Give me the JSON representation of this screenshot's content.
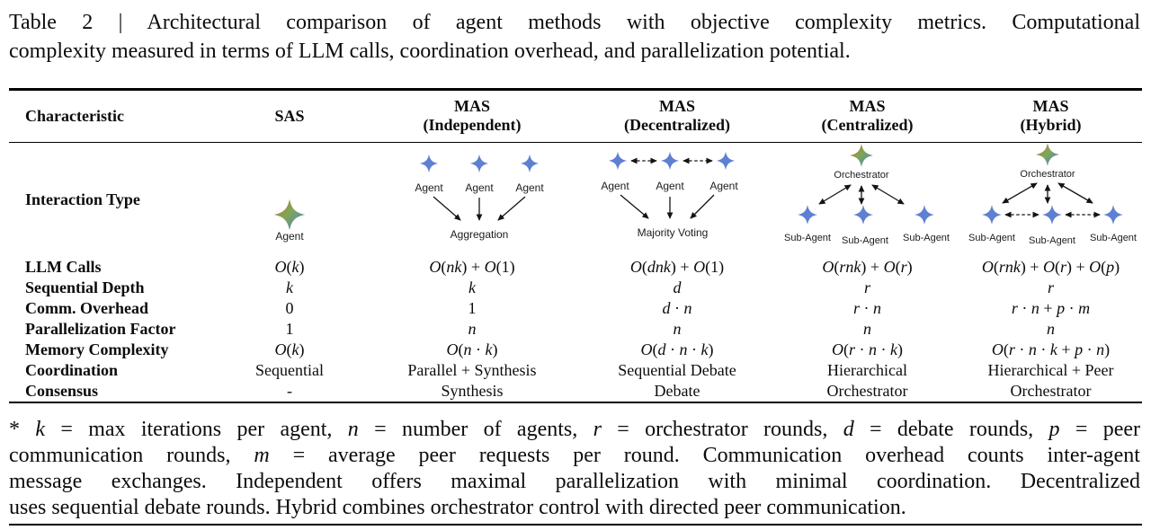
{
  "caption": {
    "lines": [
      "Table 2 | Architectural comparison of agent methods with objective complexity metrics. Computational",
      "complexity measured in terms of LLM calls, coordination overhead, and parallelization potential."
    ]
  },
  "table": {
    "columns": [
      {
        "title": "Characteristic",
        "subtitle": ""
      },
      {
        "title": "SAS",
        "subtitle": ""
      },
      {
        "title": "MAS",
        "subtitle": "(Independent)"
      },
      {
        "title": "MAS",
        "subtitle": "(Decentralized)"
      },
      {
        "title": "MAS",
        "subtitle": "(Centralized)"
      },
      {
        "title": "MAS",
        "subtitle": "(Hybrid)"
      }
    ],
    "interaction_row": {
      "label": "Interaction Type"
    },
    "rows": [
      {
        "label": "LLM Calls",
        "math": true,
        "values": [
          "O(k)",
          "O(nk) + O(1)",
          "O(dnk) + O(1)",
          "O(rnk) + O(r)",
          "O(rnk) + O(r) + O(p)"
        ]
      },
      {
        "label": "Sequential Depth",
        "math": true,
        "values": [
          "k",
          "k",
          "d",
          "r",
          "r"
        ]
      },
      {
        "label": "Comm. Overhead",
        "math": true,
        "values": [
          "0",
          "1",
          "d · n",
          "r · n",
          "r · n + p · m"
        ]
      },
      {
        "label": "Parallelization Factor",
        "math": true,
        "values": [
          "1",
          "n",
          "n",
          "n",
          "n"
        ]
      },
      {
        "label": "Memory Complexity",
        "math": true,
        "values": [
          "O(k)",
          "O(n · k)",
          "O(d · n · k)",
          "O(r · n · k)",
          "O(r · n · k + p · n)"
        ]
      },
      {
        "label": "Coordination",
        "math": false,
        "values": [
          "Sequential",
          "Parallel + Synthesis",
          "Sequential Debate",
          "Hierarchical",
          "Hierarchical + Peer"
        ]
      },
      {
        "label": "Consensus",
        "math": false,
        "values": [
          "-",
          "Synthesis",
          "Debate",
          "Orchestrator",
          "Orchestrator"
        ]
      }
    ]
  },
  "diagrams": {
    "sas": {
      "agent": "Agent"
    },
    "independent": {
      "agents": [
        "Agent",
        "Agent",
        "Agent"
      ],
      "sink": "Aggregation"
    },
    "decentralized": {
      "agents": [
        "Agent",
        "Agent",
        "Agent"
      ],
      "sink": "Majority Voting"
    },
    "centralized": {
      "orchestrator": "Orchestrator",
      "agents": [
        "Sub-Agent",
        "Sub-Agent",
        "Sub-Agent"
      ]
    },
    "hybrid": {
      "orchestrator": "Orchestrator",
      "agents": [
        "Sub-Agent",
        "Sub-Agent",
        "Sub-Agent"
      ]
    }
  },
  "colors": {
    "agent_blue": "#5e80d2",
    "spark_red": "#dc5a48",
    "spark_green": "#7fa851",
    "spark_blue": "#4b7ed8",
    "arrow": "#141414"
  },
  "footnote": {
    "lines": [
      [
        {
          "t": "* "
        },
        {
          "t": "k",
          "i": true
        },
        {
          "t": " = max iterations per agent, "
        },
        {
          "t": "n",
          "i": true
        },
        {
          "t": " = number of agents, "
        },
        {
          "t": "r",
          "i": true
        },
        {
          "t": " = orchestrator rounds, "
        },
        {
          "t": "d",
          "i": true
        },
        {
          "t": " = debate rounds, "
        },
        {
          "t": "p",
          "i": true
        },
        {
          "t": " = peer"
        }
      ],
      [
        {
          "t": "communication rounds, "
        },
        {
          "t": "m",
          "i": true
        },
        {
          "t": " = average peer requests per round. Communication overhead counts inter-agent"
        }
      ],
      [
        {
          "t": "message exchanges. Independent offers maximal parallelization with minimal coordination. Decentralized"
        }
      ],
      [
        {
          "t": "uses sequential debate rounds. Hybrid combines orchestrator control with directed peer communication."
        }
      ]
    ]
  }
}
